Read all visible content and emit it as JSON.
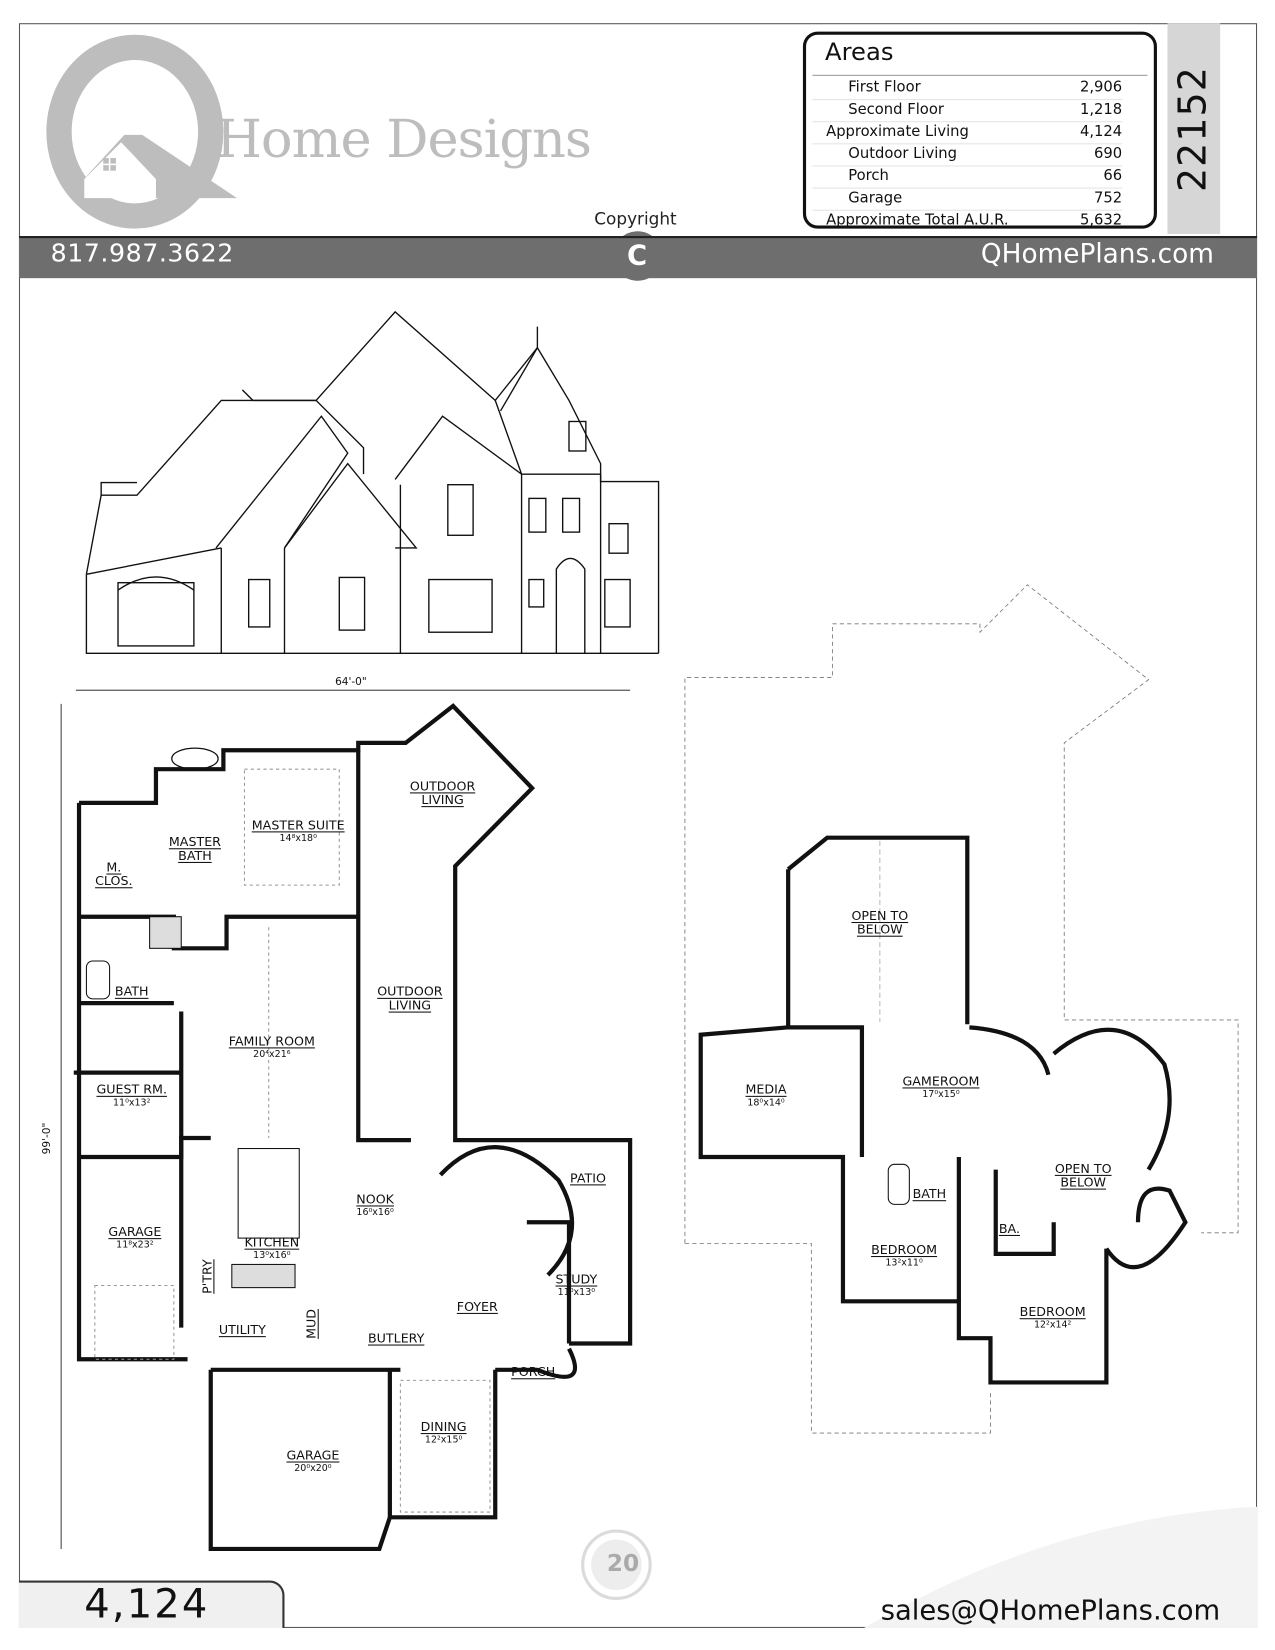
{
  "header": {
    "brand": "Home Designs",
    "phone": "817.987.3622",
    "website": "QHomePlans.com",
    "copyright_label": "Copyright",
    "copyright_symbol": "C",
    "plan_number": "22152"
  },
  "areas": {
    "title": "Areas",
    "rows": [
      {
        "label": "First Floor",
        "value": "2,906",
        "indent": true
      },
      {
        "label": "Second Floor",
        "value": "1,218",
        "indent": true
      },
      {
        "label": "Approximate Living",
        "value": "4,124",
        "indent": false
      },
      {
        "label": "Outdoor Living",
        "value": "690",
        "indent": true
      },
      {
        "label": "Porch",
        "value": "66",
        "indent": true
      },
      {
        "label": "Garage",
        "value": "752",
        "indent": true
      },
      {
        "label": "Approximate Total A.U.R.",
        "value": "5,632",
        "indent": false
      }
    ]
  },
  "footer": {
    "sqft": "4,124",
    "email": "sales@QHomePlans.com",
    "badge": "20"
  },
  "first_floor": {
    "width_dim": "64'-0\"",
    "depth_dim": "99'-0\"",
    "rooms": [
      {
        "name": "OUTDOOR LIVING",
        "dims": ""
      },
      {
        "name": "MASTER SUITE",
        "dims": "14⁸x18⁰"
      },
      {
        "name": "MASTER BATH",
        "dims": ""
      },
      {
        "name": "M. CLOS.",
        "dims": ""
      },
      {
        "name": "BATH",
        "dims": ""
      },
      {
        "name": "OUTDOOR LIVING",
        "dims": ""
      },
      {
        "name": "FAMILY ROOM",
        "dims": "20⁴x21⁶"
      },
      {
        "name": "GUEST RM.",
        "dims": "11⁰x13²"
      },
      {
        "name": "NOOK",
        "dims": "16⁰x16⁰"
      },
      {
        "name": "PATIO",
        "dims": ""
      },
      {
        "name": "GARAGE",
        "dims": "11⁸x23²"
      },
      {
        "name": "KITCHEN",
        "dims": "13⁰x16⁰"
      },
      {
        "name": "P'TRY",
        "dims": ""
      },
      {
        "name": "STUDY",
        "dims": "11⁰x13⁰"
      },
      {
        "name": "FOYER",
        "dims": ""
      },
      {
        "name": "UTILITY",
        "dims": ""
      },
      {
        "name": "MUD",
        "dims": ""
      },
      {
        "name": "BUTLERY",
        "dims": ""
      },
      {
        "name": "PORCH",
        "dims": ""
      },
      {
        "name": "DINING",
        "dims": "12²x15⁰"
      },
      {
        "name": "GARAGE",
        "dims": "20⁰x20⁰"
      }
    ]
  },
  "second_floor": {
    "rooms": [
      {
        "name": "OPEN TO BELOW",
        "dims": ""
      },
      {
        "name": "MEDIA",
        "dims": "18⁰x14⁰"
      },
      {
        "name": "GAMEROOM",
        "dims": "17⁰x15⁰"
      },
      {
        "name": "OPEN TO BELOW",
        "dims": ""
      },
      {
        "name": "BATH",
        "dims": ""
      },
      {
        "name": "BA.",
        "dims": ""
      },
      {
        "name": "BEDROOM",
        "dims": "13²x11⁰"
      },
      {
        "name": "BEDROOM",
        "dims": "12²x14²"
      }
    ]
  },
  "colors": {
    "bar": "#6e6e6e",
    "logo": "#bdbdbd",
    "tab": "#d6d6d6"
  }
}
